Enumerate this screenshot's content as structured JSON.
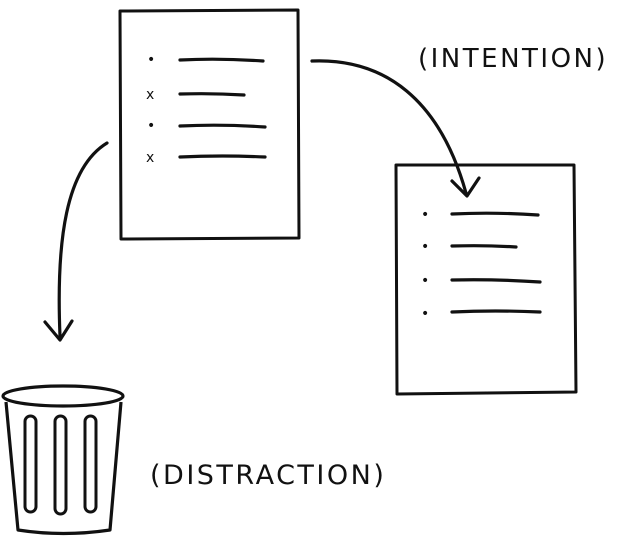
{
  "labels": {
    "intention": "(INTENTION)",
    "distraction": "(DISTRACTION)"
  },
  "source_list": {
    "items": [
      {
        "marker": "•"
      },
      {
        "marker": "x"
      },
      {
        "marker": "•"
      },
      {
        "marker": "x"
      }
    ]
  },
  "target_list": {
    "items": [
      {
        "marker": "•"
      },
      {
        "marker": "•"
      },
      {
        "marker": "•"
      },
      {
        "marker": "•"
      }
    ]
  },
  "colors": {
    "ink": "#111111",
    "paper": "#ffffff"
  },
  "icons": {
    "trash": "trash-can-icon",
    "arrow": "arrow-icon"
  }
}
